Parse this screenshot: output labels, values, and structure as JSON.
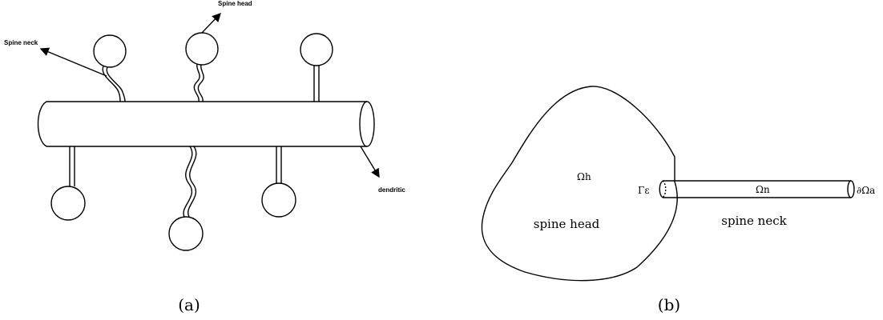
{
  "panel_a": {
    "labels": {
      "spine_head": "Spine head",
      "spine_neck": "Spine neck",
      "dendritic": "dendritic"
    },
    "caption": "(a)"
  },
  "panel_b": {
    "labels": {
      "omega_h": "Ωh",
      "gamma_eps": "Γε",
      "omega_n": "Ωn",
      "d_omega_a": "∂Ωa",
      "spine_head": "spine head",
      "spine_neck": "spine neck"
    },
    "caption": "(b)"
  }
}
